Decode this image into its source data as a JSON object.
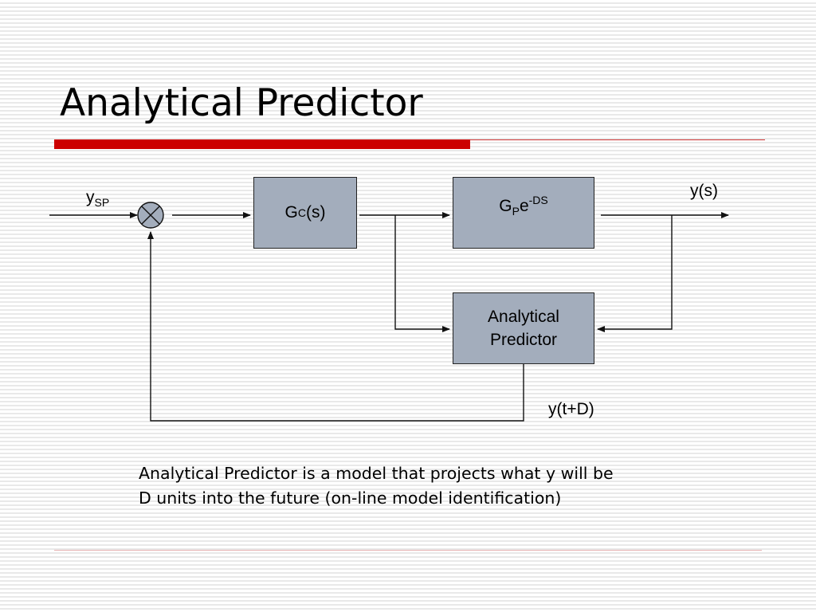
{
  "slide": {
    "title": "Analytical Predictor"
  },
  "diagram": {
    "blocks": {
      "controller": {
        "base": "G",
        "sub": "C",
        "tail": "(s)"
      },
      "process": {
        "base": "G",
        "sub": "P",
        "mid": "e",
        "sup": "-DS"
      },
      "predictor": {
        "line1": "Analytical",
        "line2": "Predictor"
      }
    },
    "labels": {
      "setpoint_base": "y",
      "setpoint_sub": "SP",
      "output": "y(s)",
      "prediction": "y(t+D)"
    }
  },
  "caption": {
    "line1": "Analytical Predictor is a model that projects what y will be",
    "line2": "D units into the future (on-line model identification)"
  },
  "colors": {
    "title_rule": "#cc0000",
    "block_fill": "#a3adbc",
    "wire": "#111111"
  }
}
